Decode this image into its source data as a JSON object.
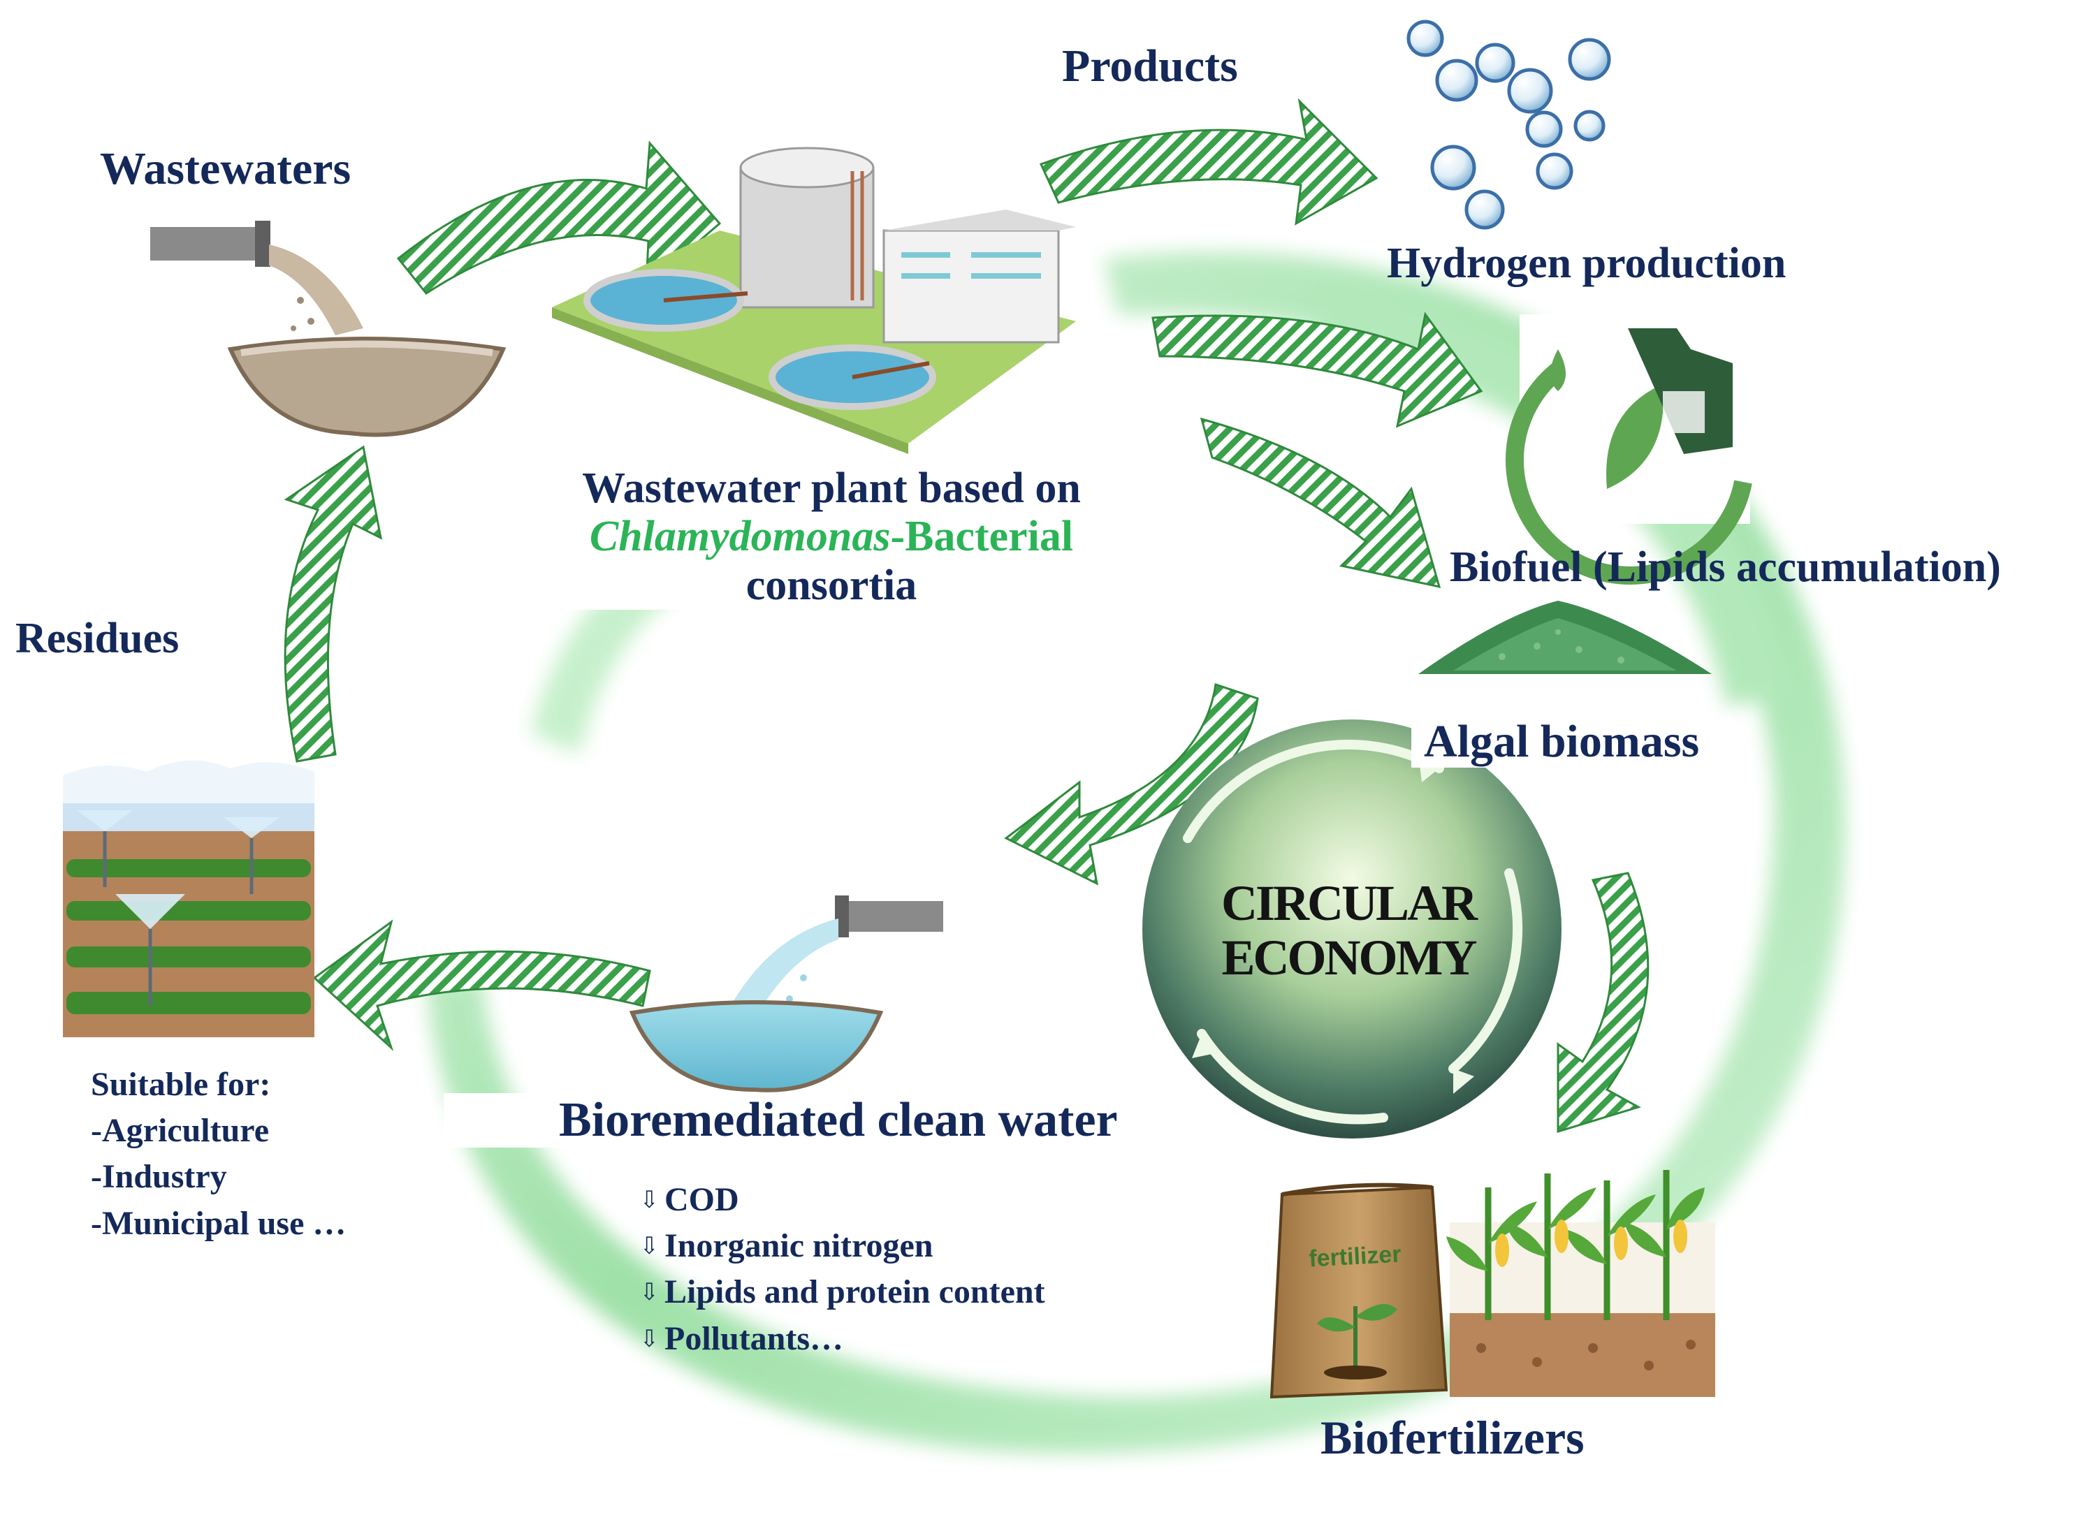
{
  "labels": {
    "wastewaters": "Wastewaters",
    "products": "Products",
    "hydrogen": "Hydrogen production",
    "biofuel": "Biofuel (Lipids accumulation)",
    "algal_biomass": "Algal biomass",
    "residues": "Residues",
    "plant_line1": "Wastewater plant based on",
    "plant_italic": "Chlamydomonas",
    "plant_suffix": "-Bacterial",
    "plant_line3": "consortia",
    "circular_line1": "CIRCULAR",
    "circular_line2": "ECONOMY",
    "clean_water": "Bioremediated clean water",
    "biofertilizers": "Biofertilizers",
    "fertilizer_bag": "fertilizer"
  },
  "suitable": {
    "heading": "Suitable for:",
    "items": [
      "-Agriculture",
      "-Industry",
      "-Municipal use …"
    ]
  },
  "reductions": {
    "arrow_glyph": "⇩",
    "items": [
      "COD",
      "Inorganic nitrogen",
      "Lipids and protein content",
      "Pollutants…"
    ]
  },
  "icons": [
    "wastewater-pipe-icon",
    "treatment-plant-icon",
    "hydrogen-bubbles-icon",
    "biofuel-pump-icon",
    "algal-biomass-pile-icon",
    "circular-economy-globe-icon",
    "fertilizer-bag-icon",
    "corn-field-icon",
    "irrigation-field-icon",
    "clean-water-pipe-icon"
  ],
  "colors": {
    "label_navy": "#14295a",
    "accent_green": "#2bb457",
    "arrow_green": "#3aa04a",
    "swirl_green": "#8fdc9a"
  }
}
